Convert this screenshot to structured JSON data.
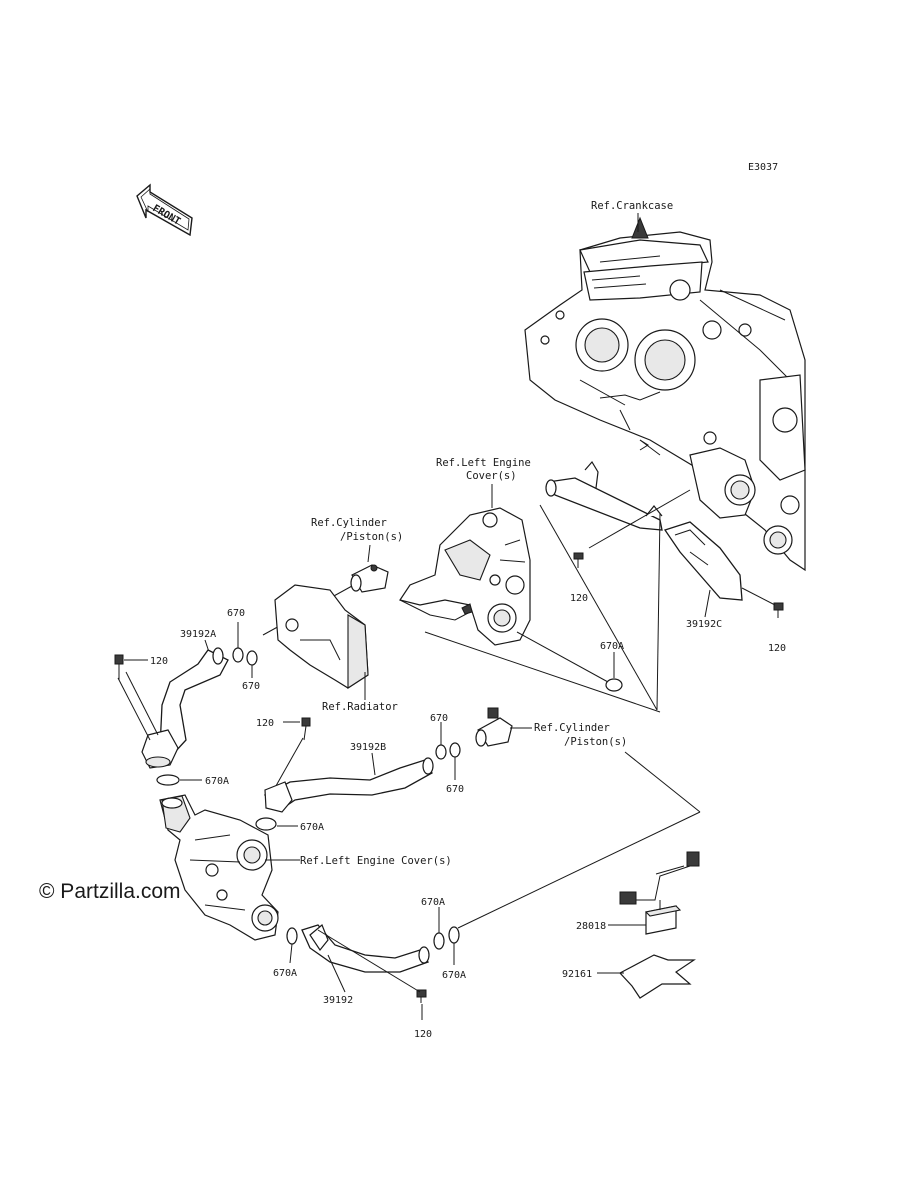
{
  "diagram_code": "E3037",
  "front_arrow_label": "FRONT",
  "watermark": "© Partzilla.com",
  "reference_labels": {
    "crankcase": "Ref.Crankcase",
    "left_engine_cover_1": "Ref.Left Engine",
    "left_engine_cover_2": "Cover(s)",
    "cylinder_piston_a_1": "Ref.Cylinder",
    "cylinder_piston_a_2": "/Piston(s)",
    "radiator": "Ref.Radiator",
    "cylinder_piston_b_1": "Ref.Cylinder",
    "cylinder_piston_b_2": "/Piston(s)",
    "left_engine_cover_b": "Ref.Left Engine Cover(s)"
  },
  "part_callouts": {
    "p120_a": "120",
    "p120_b": "120",
    "p120_c": "120",
    "p120_d": "120",
    "p120_e": "120",
    "p39192a": "39192A",
    "p39192b": "39192B",
    "p39192c": "39192C",
    "p39192": "39192",
    "p670_a": "670",
    "p670_b": "670",
    "p670_c": "670",
    "p670_d": "670",
    "p670a_a": "670A",
    "p670a_b": "670A",
    "p670a_c": "670A",
    "p670a_d": "670A",
    "p670a_e": "670A",
    "p670a_f": "670A",
    "p28018": "28018",
    "p92161": "92161"
  }
}
